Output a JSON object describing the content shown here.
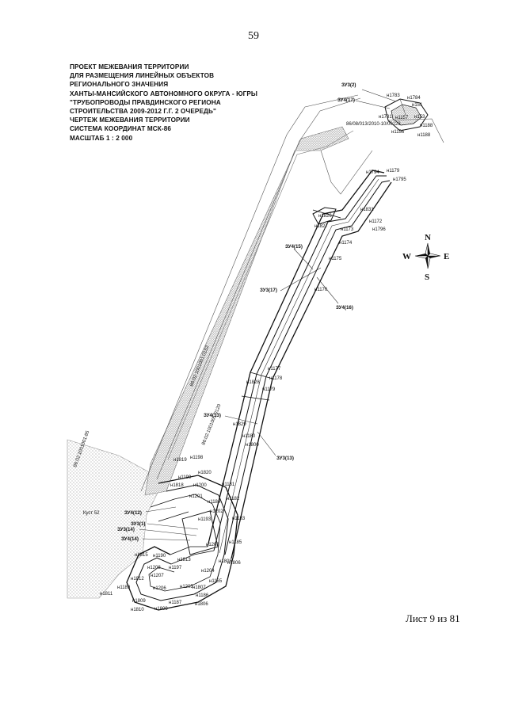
{
  "page_number": "59",
  "title_lines": [
    "ПРОЕКТ МЕЖЕВАНИЯ ТЕРРИТОРИИ",
    "ДЛЯ РАЗМЕЩЕНИЯ ЛИНЕЙНЫХ ОБЪЕКТОВ",
    "РЕГИОНАЛЬНОГО ЗНАЧЕНИЯ",
    "ХАНТЫ-МАНСИЙСКОГО АВТОНОМНОГО ОКРУГА - ЮГРЫ",
    "\"ТРУБОПРОВОДЫ ПРАВДИНСКОГО РЕГИОНА",
    "СТРОИТЕЛЬСТВА 2009-2012 Г.Г. 2 ОЧЕРЕДЬ\"",
    "ЧЕРТЕЖ МЕЖЕВАНИЯ ТЕРРИТОРИИ",
    "СИСТЕМА КООРДИНАТ МСК-86",
    "МАСШТАБ 1 : 2 000"
  ],
  "sheet_label": "Лист 9 из 81",
  "compass": {
    "n": "N",
    "s": "S",
    "e": "E",
    "w": "W"
  },
  "cadastral": {
    "c1": "86:02:1001001:0152",
    "c2": "86:02:1001001:0120",
    "c3": "86:02:1001001:85",
    "c4": "86/08/013/2010-10/00223"
  },
  "bush_label": "Куст 52",
  "zones": {
    "z_2": "ЗУ3(2)",
    "z_17top": "ЗУ4(17)",
    "z_15": "ЗУ4(15)",
    "z_17": "ЗУ3(17)",
    "z_16": "ЗУ4(16)",
    "z_13a": "ЗУ4(13)",
    "z_13b": "ЗУ3(13)",
    "z_12": "ЗУ4(12)",
    "z_1": "ЗУ3(1)",
    "z_14a": "ЗУ3(14)",
    "z_14b": "ЗУ4(14)"
  },
  "points": {
    "p1783": "н1783",
    "p1784": "н1784",
    "p1781": "н1781",
    "p151": "н151",
    "p153": "н153",
    "p1157": "н1157",
    "p1156": "н1156",
    "p1188": "н1188",
    "p1179": "н1179",
    "p1795": "н1795",
    "p1794": "н1794",
    "p1831": "н1831",
    "p1172": "н1172",
    "p1796": "н1796",
    "p1826": "н1826",
    "p1827": "н1827",
    "p1173": "н1173",
    "p1174": "н1174",
    "p1175": "н1175",
    "p1176": "н1176",
    "p1177": "н1177",
    "p1178": "н1178",
    "p1828": "н1828",
    "p1179b": "н1179",
    "p1829": "н1829",
    "p1180": "н1180",
    "p1800": "н1800",
    "p1198": "н1198",
    "p1819": "н1819",
    "p1820": "н1820",
    "p1199": "н1199",
    "p1181": "н1181",
    "p1182": "н1182",
    "p1818": "н1818",
    "p1200": "н1200",
    "p1201": "н1201",
    "p1184": "н1184",
    "p1202": "н1202",
    "p1183": "н1183",
    "p1193": "н1193",
    "p1203": "н1203",
    "p1185": "н1185",
    "p1815": "н1815",
    "p1190": "н1190",
    "p1813": "н1813",
    "p1808": "н1808",
    "p1204": "н1204",
    "p1207": "н1207",
    "p1206": "н1206",
    "p1812": "н1812",
    "p1189": "н1189",
    "p1208": "н1208",
    "p1205": "н1205",
    "p1187": "н1187",
    "p1186": "н1186",
    "p1811": "н1811",
    "p1809": "н1809",
    "p1810": "н1810",
    "p1197": "н1197",
    "p1806": "н1806",
    "p1807": "н1807",
    "p1165": "н1165"
  }
}
